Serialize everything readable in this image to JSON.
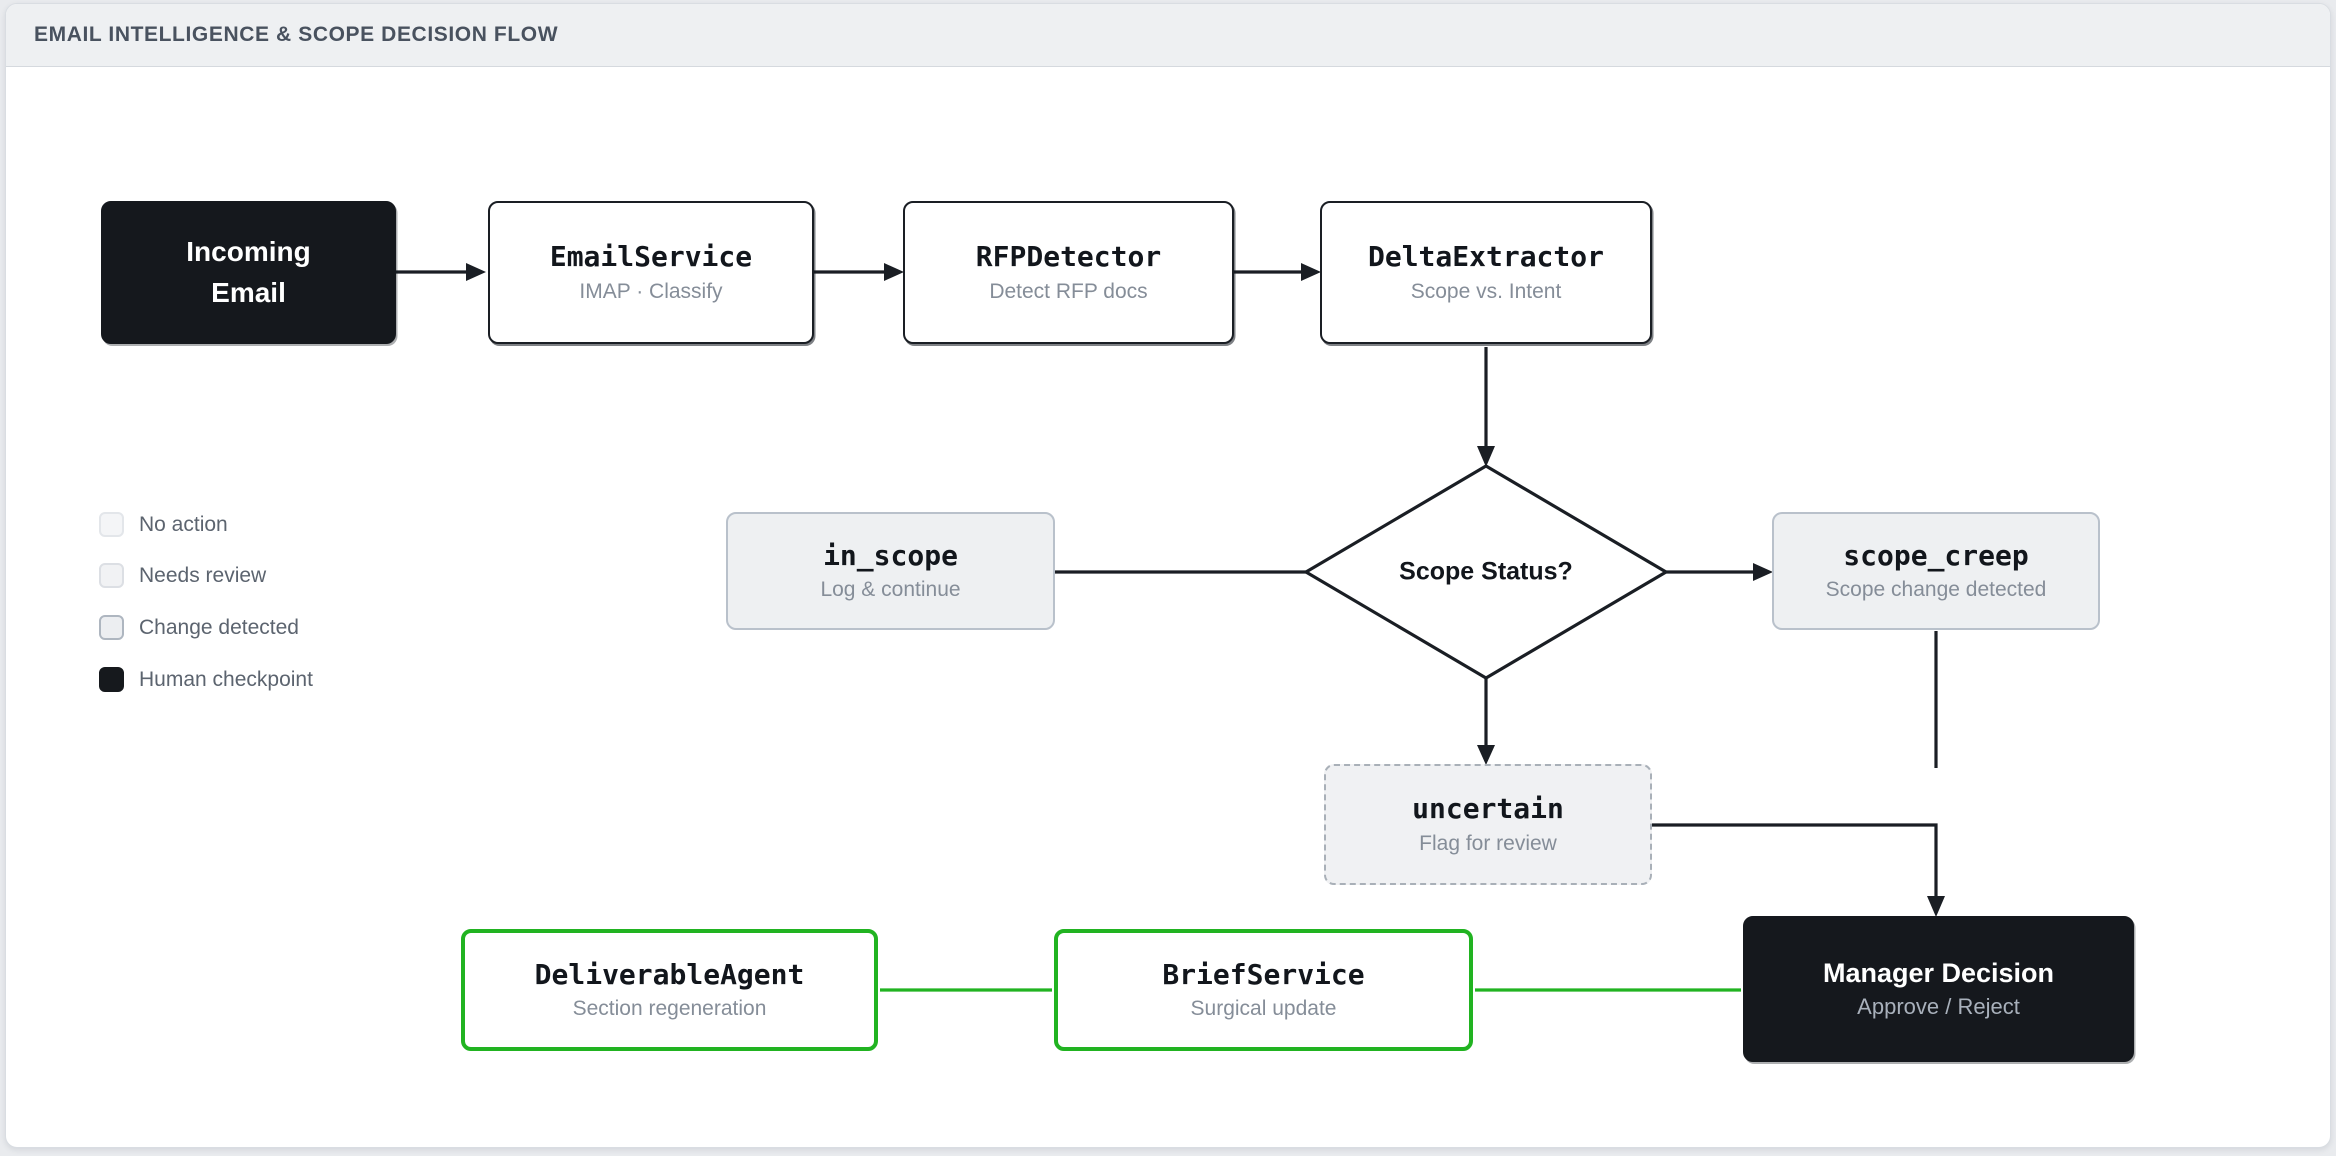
{
  "header": {
    "title": "EMAIL INTELLIGENCE & SCOPE DECISION FLOW"
  },
  "nodes": {
    "incoming_email": {
      "title": "Incoming Email"
    },
    "email_service": {
      "title": "EmailService",
      "subtitle": "IMAP · Classify"
    },
    "rfp_detector": {
      "title": "RFPDetector",
      "subtitle": "Detect RFP docs"
    },
    "delta_extractor": {
      "title": "DeltaExtractor",
      "subtitle": "Scope vs. Intent"
    },
    "decision": {
      "title": "Scope Status?"
    },
    "in_scope": {
      "title": "in_scope",
      "subtitle": "Log & continue"
    },
    "scope_creep": {
      "title": "scope_creep",
      "subtitle": "Scope change detected"
    },
    "uncertain": {
      "title": "uncertain",
      "subtitle": "Flag for review"
    },
    "deliverable_agent": {
      "title": "DeliverableAgent",
      "subtitle": "Section regeneration"
    },
    "brief_service": {
      "title": "BriefService",
      "subtitle": "Surgical update"
    },
    "manager_decision": {
      "title": "Manager Decision",
      "subtitle": "Approve / Reject"
    }
  },
  "legend": {
    "items": [
      {
        "label": "No action",
        "swatch_style": "background:#f4f5f7;border-color:#e3e6ea"
      },
      {
        "label": "Needs review",
        "swatch_style": "background:#f1f2f4;border-color:#dcdfe4"
      },
      {
        "label": "Change detected",
        "swatch_style": "background:#eceef1;border-color:#aeb6c0"
      },
      {
        "label": "Human checkpoint",
        "swatch_style": "background:#16191d;border-color:#16191d"
      }
    ]
  },
  "colors": {
    "ink": "#1a1e24",
    "dark_node": "#15181d",
    "gray_fill": "#eef0f2",
    "gray_border": "#b9c1cb",
    "green": "#21b321",
    "header_bg": "#eef0f2",
    "header_text": "#49525f",
    "sub": "#858d98"
  }
}
